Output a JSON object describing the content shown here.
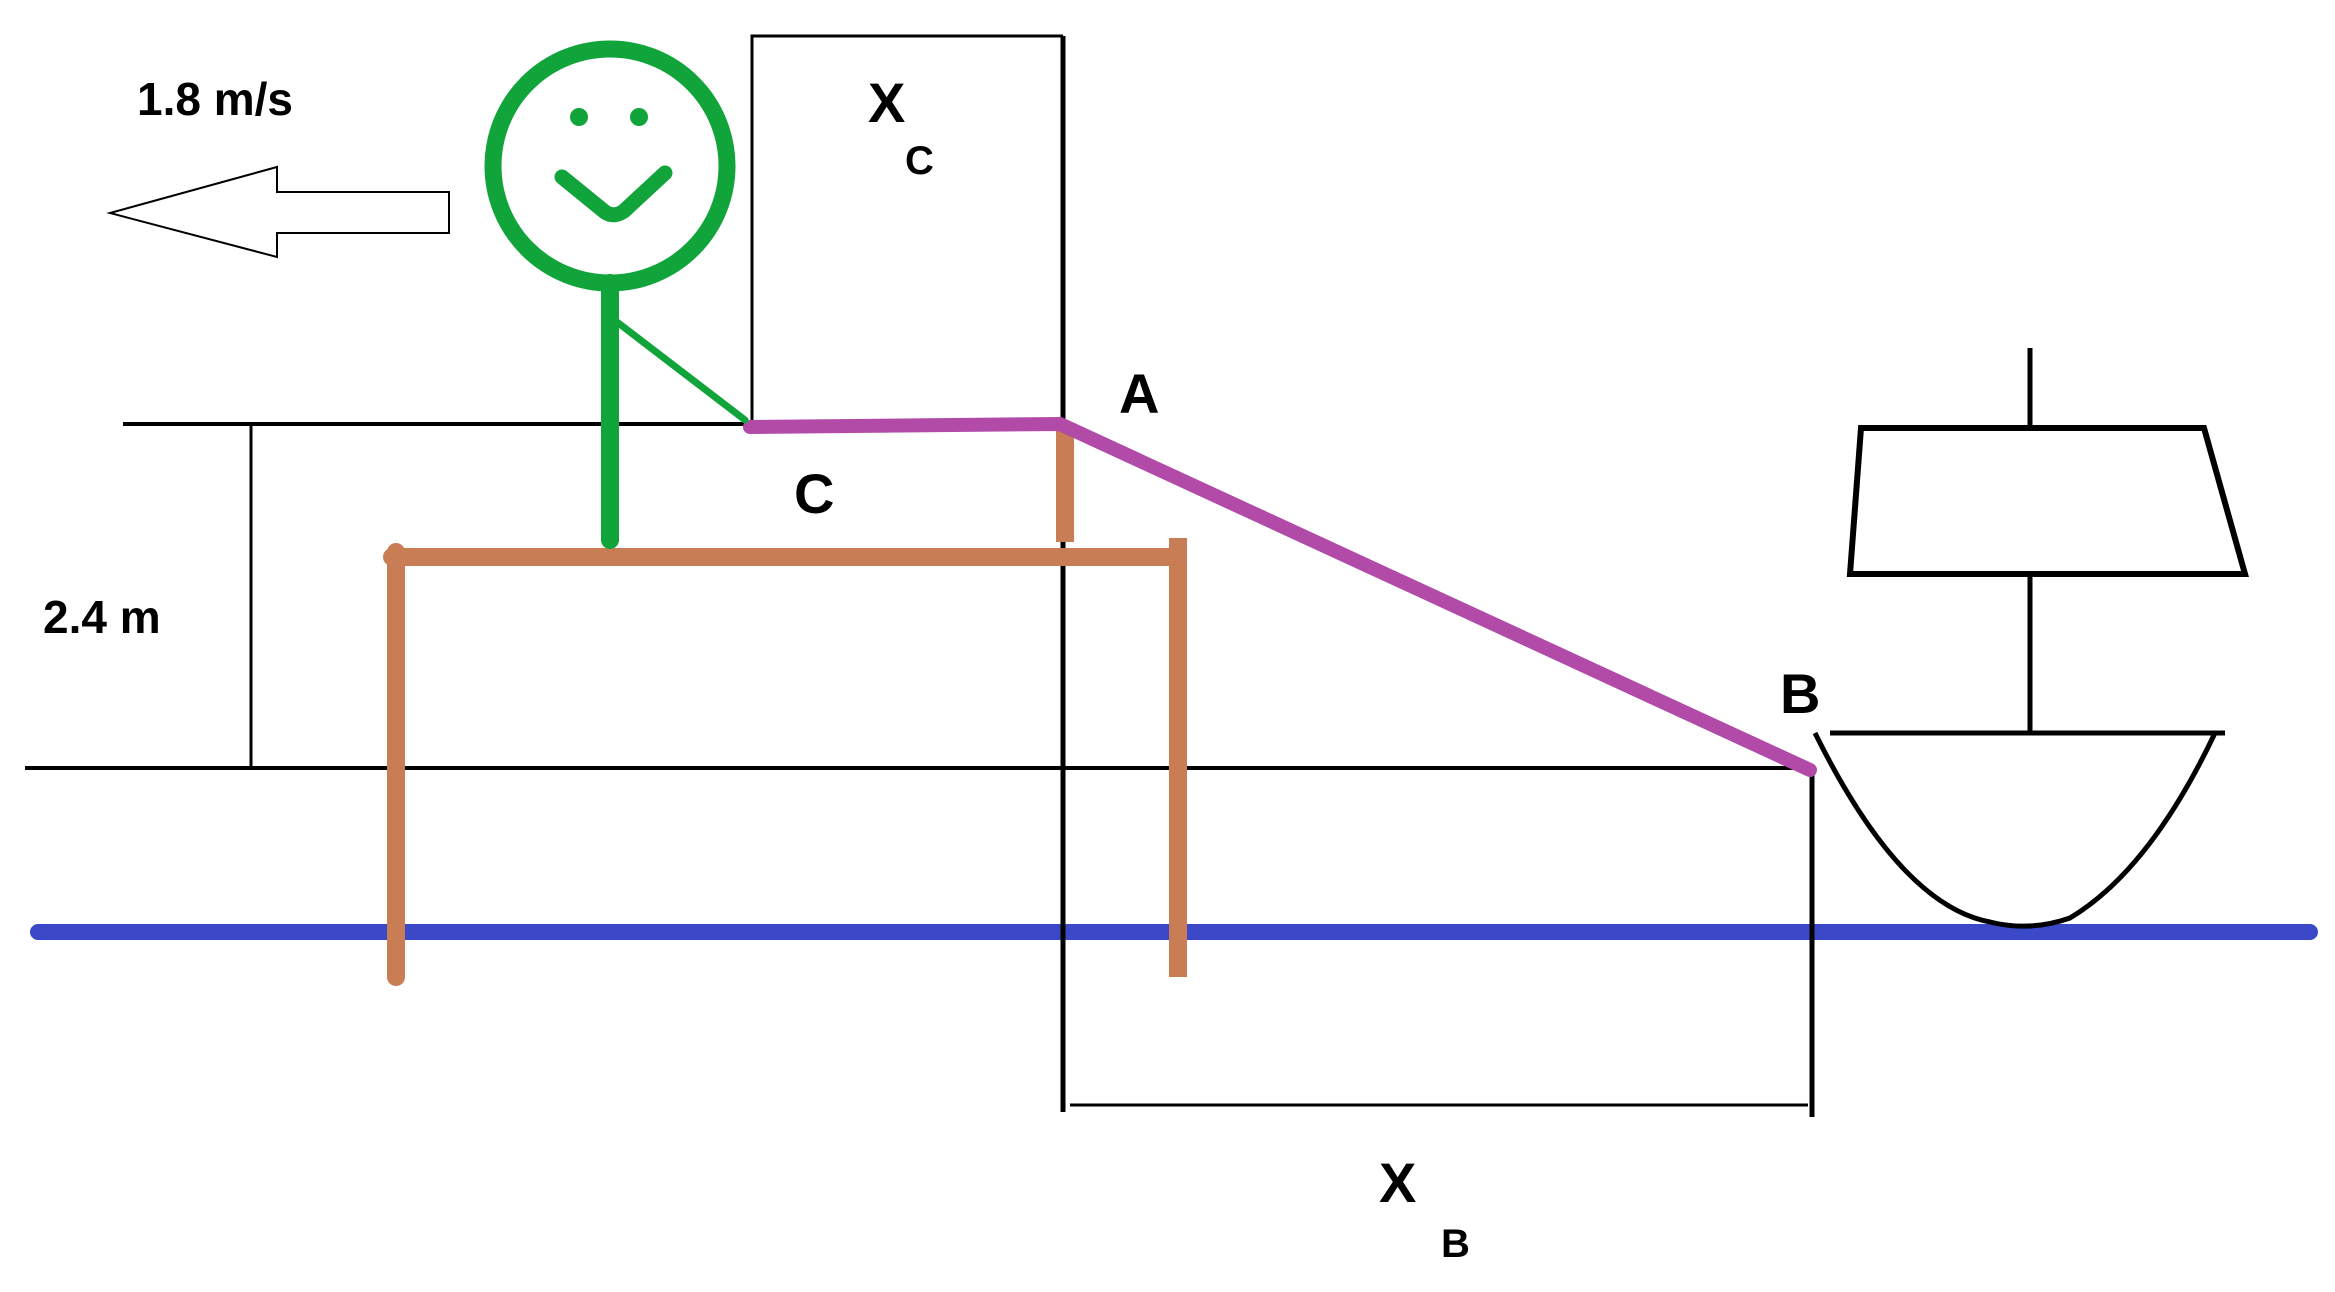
{
  "labels": {
    "speed": "1.8 m/s",
    "height": "2.4 m",
    "point_a": "A",
    "point_b": "B",
    "point_c": "C",
    "xc_main": "X",
    "xc_sub": "C",
    "xb_main": "X",
    "xb_sub": "B"
  },
  "colors": {
    "person": "#10a43a",
    "bench": "#c87d55",
    "slide": "#b24aa8",
    "water": "#3b48c8",
    "lines": "#000000"
  },
  "icons": {
    "person": "stick-figure-smiley",
    "arrow": "left-arrow",
    "boat": "sailboat"
  }
}
